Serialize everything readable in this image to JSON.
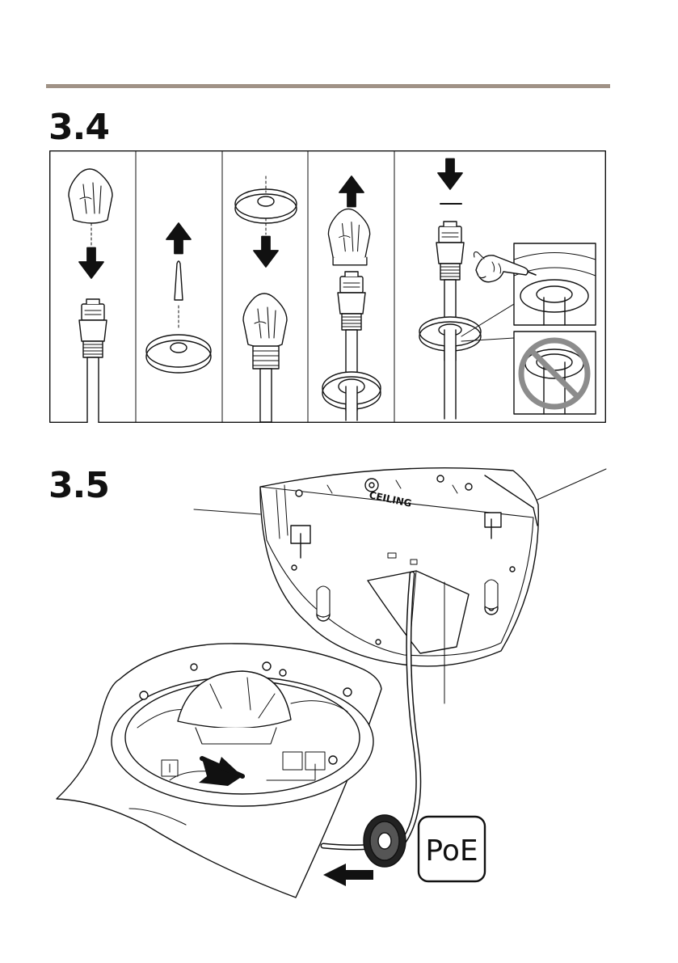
{
  "steps": {
    "cable_gasket": "3.4",
    "mount_assembly": "3.5"
  },
  "labels": {
    "ceiling_marking": "CEILING",
    "power_badge": "PoE"
  },
  "colors": {
    "rule": "#a09286",
    "line": "#111111",
    "prohibit": "#8c8c8c",
    "fill": "#ffffff"
  },
  "icons": {
    "panel1": [
      "network-plug-cover-icon",
      "arrow-down-icon",
      "rj45-connector-icon"
    ],
    "panel2": [
      "arrow-up-icon",
      "gasket-plug-icon",
      "rubber-gasket-icon"
    ],
    "panel3": [
      "rubber-gasket-icon",
      "arrow-down-icon",
      "covered-connector-icon"
    ],
    "panel4": [
      "arrow-up-icon",
      "network-plug-cover-icon",
      "rj45-connector-icon",
      "rubber-gasket-icon"
    ],
    "panel5": [
      "arrow-down-icon",
      "rj45-connector-icon",
      "pointing-finger-icon",
      "gasket-correct-icon",
      "prohibited-icon"
    ],
    "assembly": [
      "ceiling-mount-bracket-icon",
      "camera-housing-icon",
      "dome-cover-icon",
      "insert-arrow-icon",
      "insert-arrow-icon",
      "cable-gasket-icon"
    ]
  }
}
